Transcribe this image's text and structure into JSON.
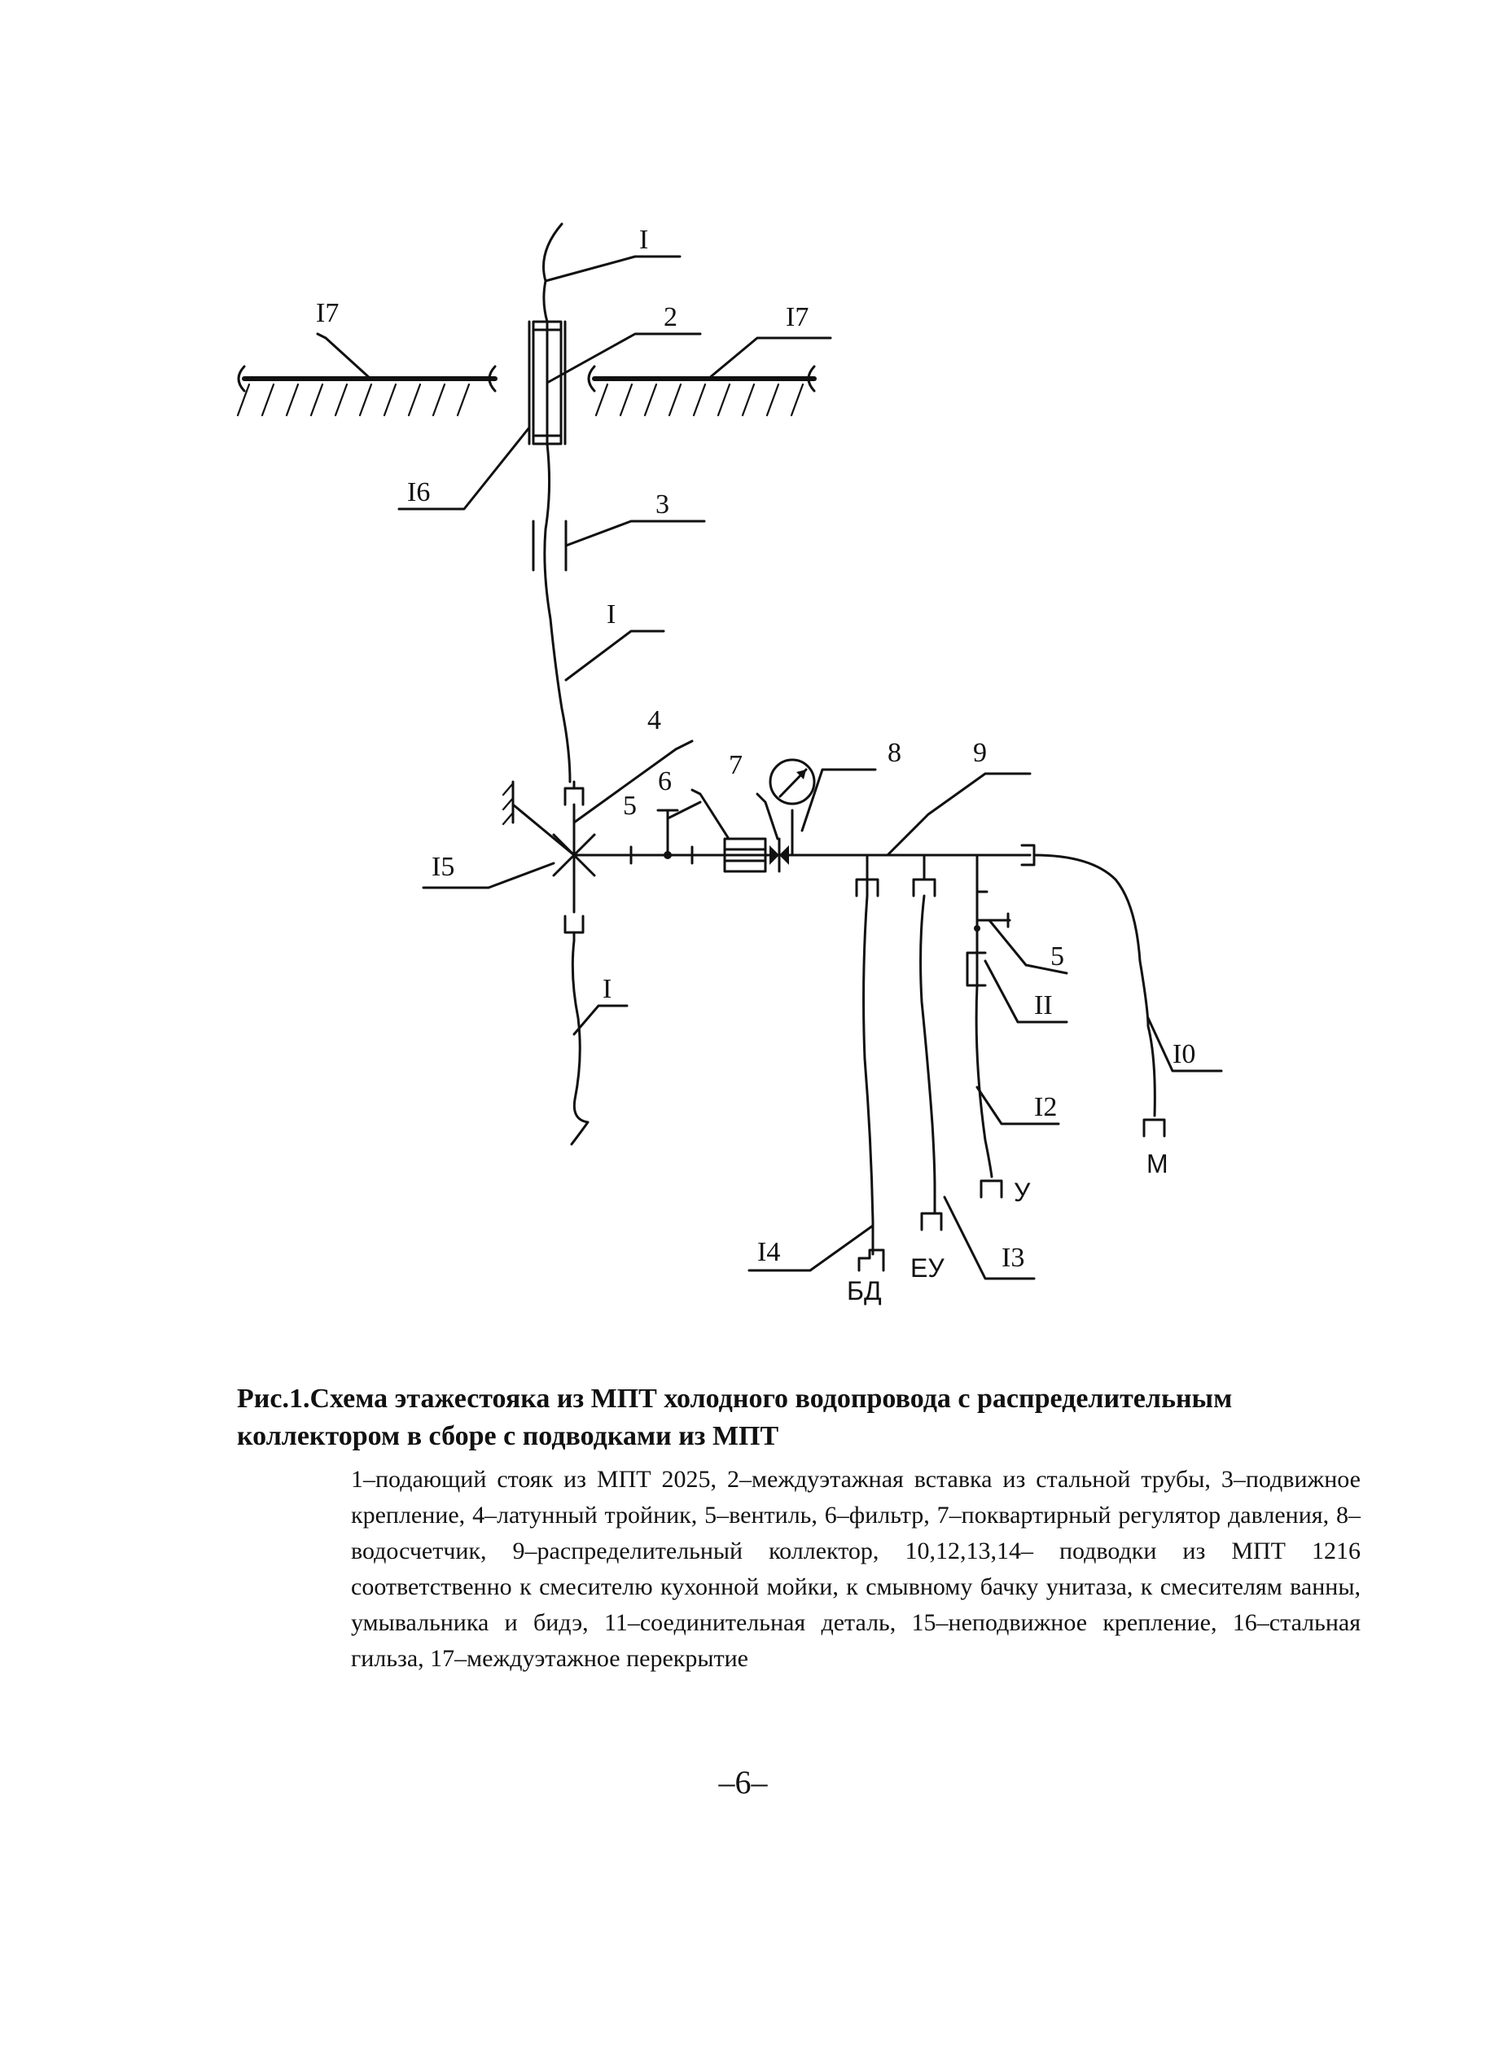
{
  "diagram": {
    "labels": {
      "riser_top": "I",
      "insert": "2",
      "slab_left": "I7",
      "slab_right": "I7",
      "sleeve": "I6",
      "movable_mount": "3",
      "riser_mid": "I",
      "tee": "4",
      "valve_left": "5",
      "filter": "6",
      "regulator": "7",
      "meter": "8",
      "collector": "9",
      "fixed_mount": "I5",
      "riser_bottom": "I",
      "valve_right": "5",
      "connector": "II",
      "branch_kitchen": "I0",
      "branch_toilet": "I2",
      "branch_bath": "I3",
      "branch_bidet": "I4",
      "end_kitchen": "М",
      "end_toilet": "У",
      "end_bath": "ЕУ",
      "end_bidet": "БД"
    }
  },
  "caption": {
    "title": "Рис.1.Схема этажестояка из МПТ холодного водопровода с распределительным коллектором в сборе с подводками из МПТ",
    "body": "1–подающий стояк из МПТ 2025, 2–междуэтажная вставка из стальной трубы, 3–подвижное крепление, 4–латунный тройник, 5–вентиль, 6–фильтр, 7–поквартирный регулятор давления, 8–водосчетчик, 9–распределительный коллектор, 10,12,13,14– подводки из МПТ 1216 соответственно к смесителю кухонной мойки, к смывному бачку унитаза, к смесителям ванны, умывальника и бидэ, 11–соединительная деталь, 15–неподвижное крепление, 16–стальная гильза, 17–междуэтажное перекрытие"
  },
  "page_number": "–6–"
}
